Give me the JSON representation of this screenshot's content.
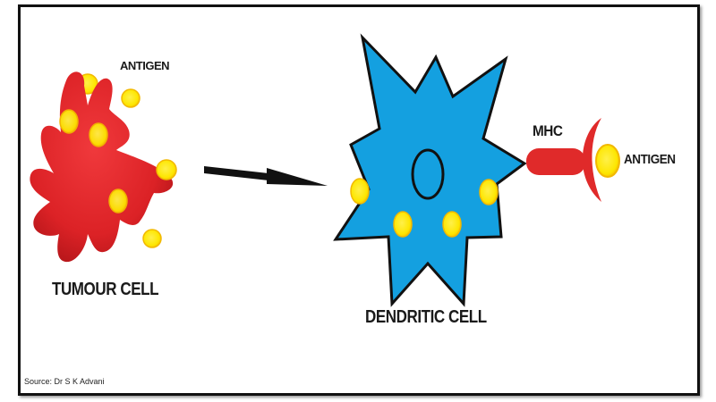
{
  "labels": {
    "antigen_top": "ANTIGEN",
    "tumour_cell": "TUMOUR CELL",
    "dendritic_cell": "DENDRITIC CELL",
    "mhc": "MHC",
    "antigen_right": "ANTIGEN"
  },
  "source": "Source: Dr S K Advani",
  "colors": {
    "tumour_red": "#e0262b",
    "dendritic_blue": "#14a0e0",
    "antigen_yellow": "#fde600",
    "antigen_ring": "#f2b800",
    "outline": "#111111",
    "mhc_red": "#e02a2a"
  },
  "diagram": {
    "flow": [
      "tumour-cell",
      "arrow",
      "dendritic-cell",
      "mhc-antigen-complex"
    ],
    "tumour_antigens_count": 7,
    "dendritic_antigens_count": 4
  }
}
